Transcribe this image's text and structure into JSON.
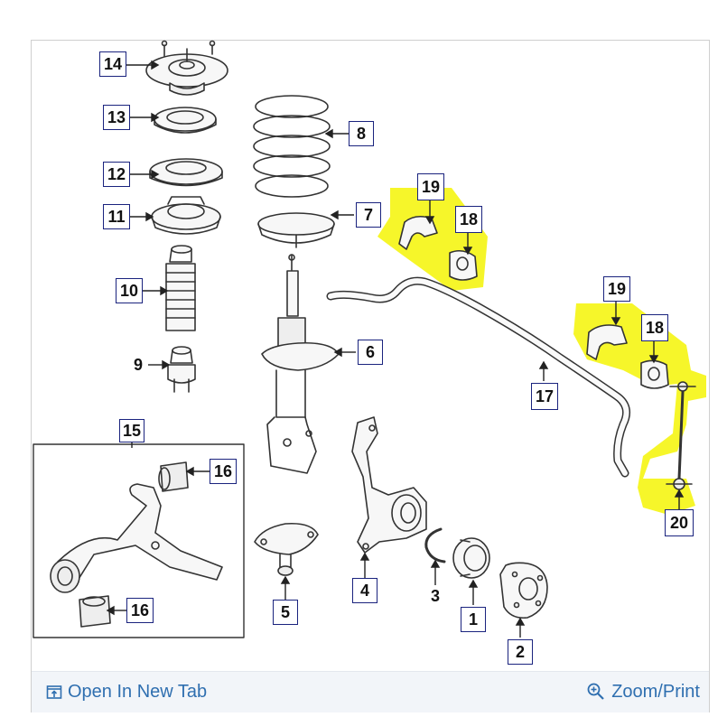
{
  "diagram": {
    "callouts": [
      "14",
      "13",
      "12",
      "11",
      "10",
      "9",
      "8",
      "7",
      "6",
      "5",
      "4",
      "3",
      "2",
      "1",
      "15",
      "16",
      "16",
      "17",
      "18",
      "18",
      "19",
      "19",
      "20"
    ]
  },
  "footer": {
    "open_new_tab_label": "Open In New Tab",
    "zoom_print_label": "Zoom/Print"
  },
  "colors": {
    "highlight": "#f5f51f",
    "callout_border": "#1a237e",
    "link": "#2f6fb0",
    "line_art": "#333333",
    "footer_bg": "#f2f5f9"
  }
}
